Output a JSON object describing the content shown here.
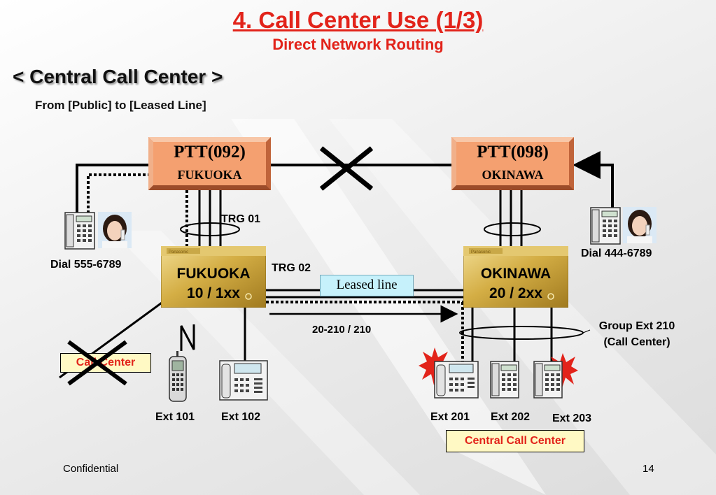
{
  "slide": {
    "title": "4. Call Center Use (1/3)",
    "subtitle": "Direct Network Routing",
    "section": "< Central Call Center >",
    "route": "From [Public] to [Leased Line]",
    "footer_left": "Confidential",
    "page_number": "14"
  },
  "ptt": [
    {
      "name": "PTT(092)",
      "city": "FUKUOKA"
    },
    {
      "name": "PTT(098)",
      "city": "OKINAWA"
    }
  ],
  "pbx": [
    {
      "name": "FUKUOKA",
      "range": "10 / 1xx",
      "brand": "Panasonic"
    },
    {
      "name": "OKINAWA",
      "range": "20 / 2xx",
      "brand": "Panasonic"
    }
  ],
  "labels": {
    "trg01": "TRG 01",
    "trg02": "TRG 02",
    "leased_line": "Leased line",
    "routing": "20-210 / 210",
    "dial_left": "Dial 555-6789",
    "dial_right": "Dial 444-6789",
    "group_ext": "Group Ext 210",
    "group_ext_sub": "(Call Center)",
    "call_center_left": "Call Center",
    "central_call_center": "Central Call Center"
  },
  "extensions": [
    "Ext 101",
    "Ext 102",
    "Ext 201",
    "Ext 202",
    "Ext 203"
  ],
  "colors": {
    "title": "#e2231a",
    "ptt_box": "#f4a070",
    "pbx_gold": "#d9b54a",
    "leased_bg": "#c6f1fb",
    "label_bg": "#fff9c4"
  },
  "icons": [
    "desk-phone-icon",
    "caller-woman-icon",
    "mobile-phone-icon",
    "ringing-burst-icon",
    "blocked-cross-icon",
    "wireless-signal-icon"
  ]
}
